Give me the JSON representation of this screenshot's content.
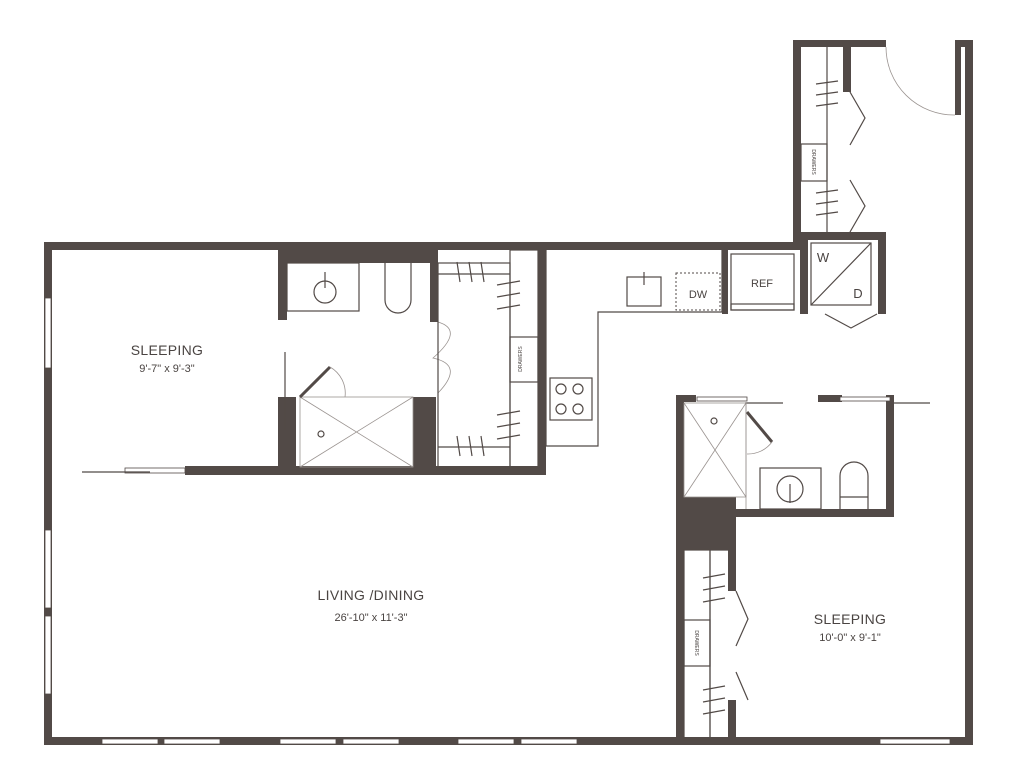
{
  "colors": {
    "wall": "#524a47",
    "background": "#ffffff",
    "text": "#4a4442"
  },
  "rooms": {
    "sleeping_left": {
      "name": "SLEEPING",
      "dims": "9'-7\" x 9'-3\""
    },
    "living": {
      "name": "LIVING /DINING",
      "dims": "26'-10\" x 11'-3\""
    },
    "sleeping_right": {
      "name": "SLEEPING",
      "dims": "10'-0\" x 9'-1\""
    }
  },
  "fixtures": {
    "dishwasher": "DW",
    "refrigerator": "REF",
    "washer": "W",
    "dryer": "D",
    "drawers": "DRAWERS"
  }
}
